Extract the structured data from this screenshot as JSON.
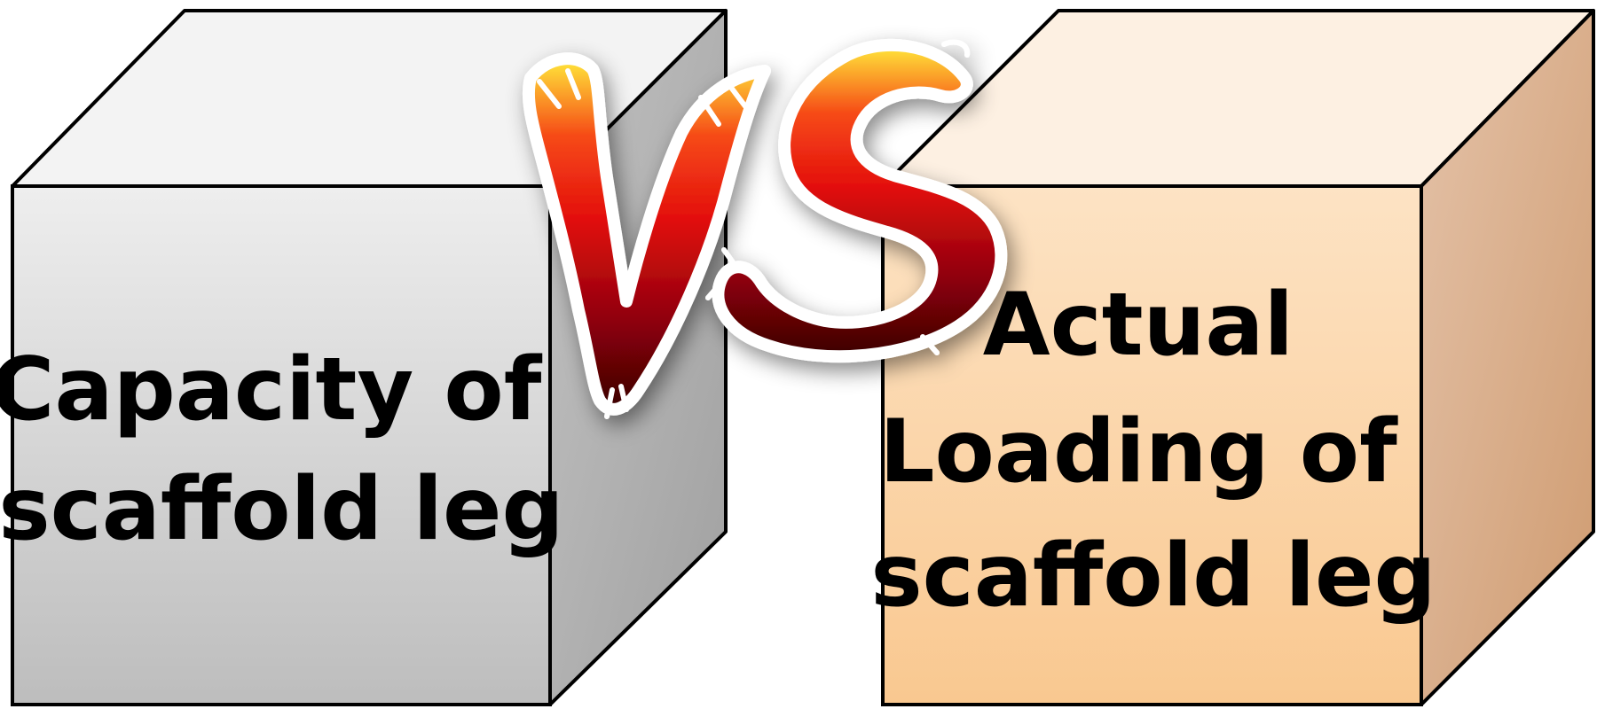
{
  "left_box": {
    "lines": [
      "Capacity of",
      "scaffold leg"
    ],
    "colors": {
      "front_top": "#eeeeee",
      "front_bottom": "#bdbdbd",
      "top": "#f2f2f2",
      "side": "#a9a9a9"
    }
  },
  "right_box": {
    "lines": [
      "Actual",
      "Loading of",
      "scaffold leg"
    ],
    "colors": {
      "front_top": "#fde3c4",
      "front_bottom": "#f9c890",
      "top": "#fdf0e2",
      "side": "#d7a57c"
    }
  },
  "versus": {
    "text": "VS",
    "colors": {
      "flame_top": "#ffe93a",
      "flame_mid": "#e4100e",
      "flame_bottom": "#3a0004"
    }
  }
}
